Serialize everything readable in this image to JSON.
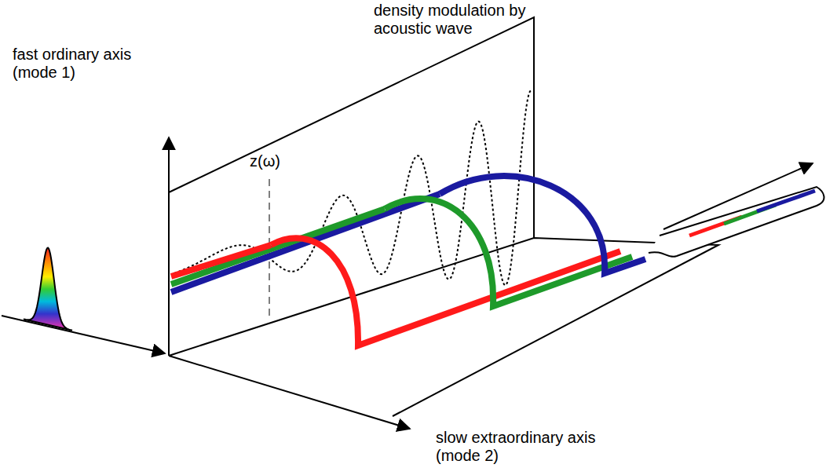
{
  "diagram": {
    "labels": [
      "fast ordinary axis (mode 1)",
      "density modulation by acoustic wave",
      "z(ω)",
      "slow extraordinary axis (mode 2)"
    ]
  }
}
